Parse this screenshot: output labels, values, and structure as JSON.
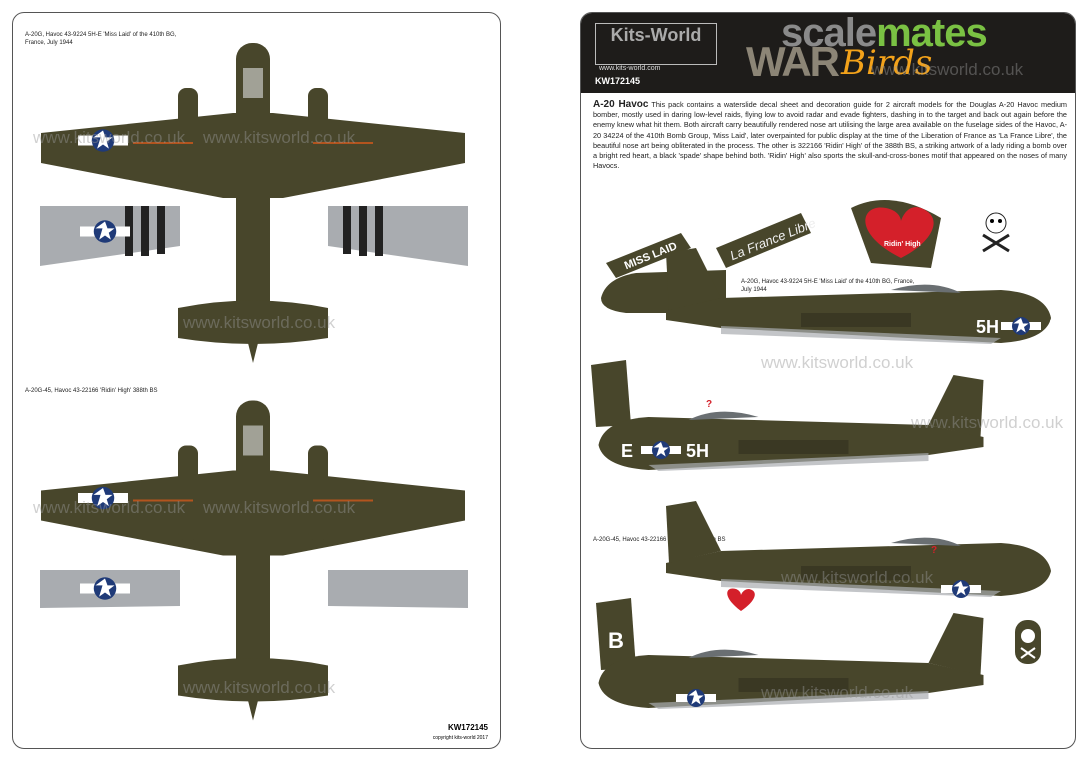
{
  "watermark": "www.kitsworld.co.uk",
  "left_sheet": {
    "caption_top": "A-20G, Havoc 43-9224 5H-E 'Miss Laid' of the 410th BG, France, July 1944",
    "caption_bottom": "A-20G-45, Havoc 43-22166 'Ridin' High' 388th BS",
    "product_code": "KW172145",
    "copyright": "copyright kits-world 2017"
  },
  "right_sheet": {
    "brand_logo": "Kits-World",
    "brand_url": "www.kits-world.com",
    "product_code": "KW172145",
    "series_logo_1": "WAR",
    "series_logo_2": "Birds",
    "site_watermark_1": "scale",
    "site_watermark_2": "mates",
    "description_title": "A-20 Havoc",
    "description": "This pack contains a waterslide decal sheet and decoration guide for 2 aircraft models for the Douglas A-20 Havoc medium bomber, mostly used in daring low-level raids, flying low to avoid radar and evade fighters, dashing in to the target and back out again before the enemy knew what hit them. Both aircraft carry beautifully rendered nose art utilising the large area available on the fuselage sides of the Havoc, A-20 34224 of the 410th Bomb Group, 'Miss Laid', later overpainted for public display at the time of the Liberation of France as 'La France Libre', the beautiful nose art being obliterated in the process. The other is 322166 'Ridin' High' of the 388th BS, a striking artwork of a lady riding a bomb over a bright red heart, a black 'spade' shape behind both. 'Ridin' High' also sports the skull-and-cross-bones motif that appeared on the noses of many Havocs.",
    "nose_art": [
      "MISS LAID",
      "La France Libre",
      "Ridin' High"
    ],
    "caption_1": "A-20G, Havoc 43-9224 5H-E 'Miss Laid' of the 410th BG, France, July 1944",
    "caption_2": "A-20G-45, Havoc 43-22166 'Ridin' High' 388th BS",
    "codes_1": {
      "left": "5H",
      "right": "E"
    },
    "codes_2": "B",
    "marker": "?"
  },
  "colors": {
    "olive": "#48462b",
    "gray": "#a9acb0",
    "star_blue": "#1f3a78",
    "red": "#d4202a"
  }
}
